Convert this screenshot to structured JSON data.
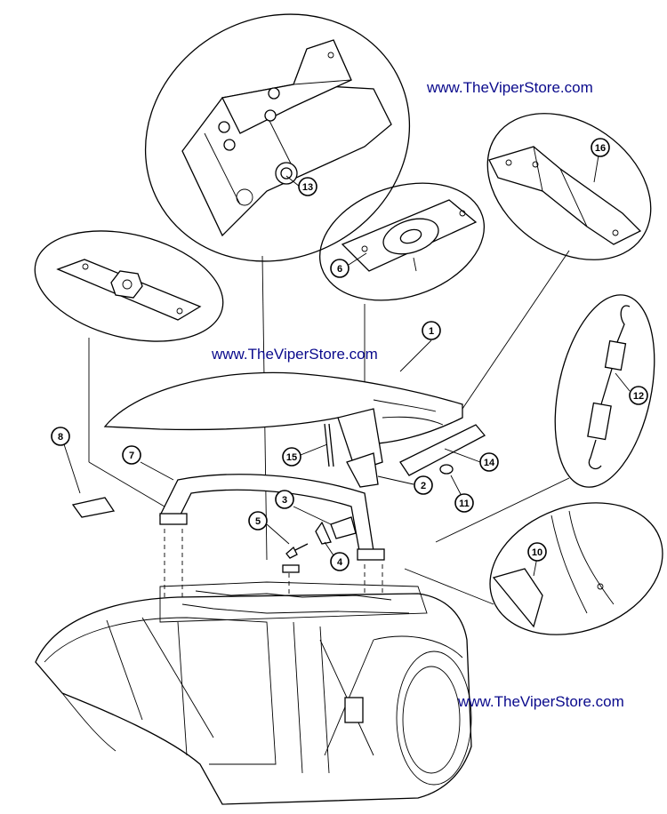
{
  "watermarks": [
    "www.TheViperStore.com",
    "www.TheViperStore.com",
    "www.TheViperStore.com"
  ],
  "callouts": [
    "1",
    "2",
    "3",
    "4",
    "5",
    "6",
    "7",
    "8",
    "10",
    "11",
    "12",
    "13",
    "14",
    "15",
    "16"
  ]
}
